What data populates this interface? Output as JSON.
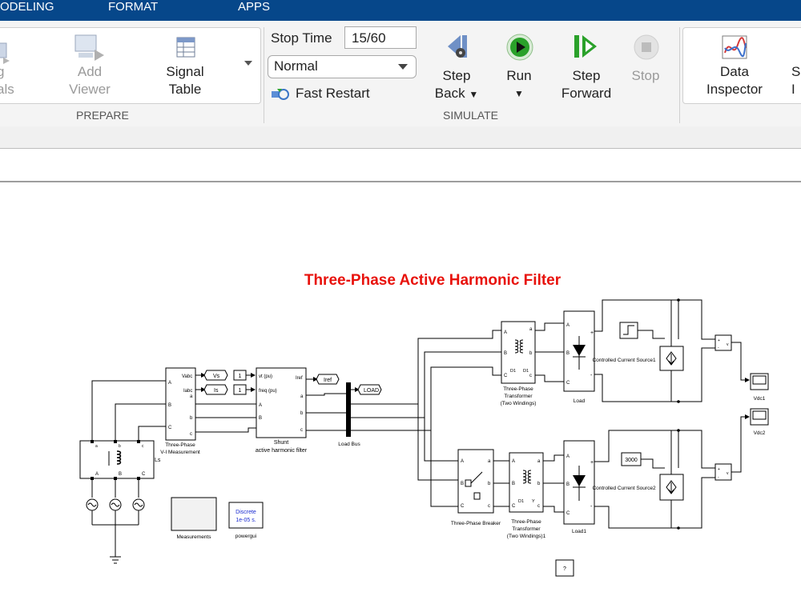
{
  "tabs": [
    "ODELING",
    "FORMAT",
    "APPS"
  ],
  "prepare": {
    "signals_label": "g\nals",
    "add_viewer": [
      "Add",
      "Viewer"
    ],
    "signal_table": [
      "Signal",
      "Table"
    ],
    "section": "PREPARE"
  },
  "simulate": {
    "stop_time_label": "Stop Time",
    "stop_time_value": "15/60",
    "mode": "Normal",
    "fast_restart": "Fast Restart",
    "step_back": [
      "Step",
      "Back"
    ],
    "run": "Run",
    "step_forward": [
      "Step",
      "Forward"
    ],
    "stop": "Stop",
    "section": "SIMULATE"
  },
  "review": {
    "data_inspector": [
      "Data",
      "Inspector"
    ],
    "partial": [
      "S",
      "I"
    ]
  },
  "colors": {
    "title_red": "#e8120c",
    "ribbon_blue": "#06478a",
    "run_green": "#2aa12a"
  },
  "diagram": {
    "title": "Three-Phase Active Harmonic Filter",
    "vi_meas_ports_in": [
      "A",
      "B",
      "C"
    ],
    "vi_meas_ports_out": [
      "a",
      "b",
      "c"
    ],
    "vi_meas_vabc": "Vabc",
    "vi_meas_iabc": "Iabc",
    "vi_meas_label": [
      "Three-Phase",
      "V-I Measurement"
    ],
    "goto_vs": "Vs",
    "goto_is": "Is",
    "const1": "1",
    "const2": "1",
    "shunt_in1": "vt (pu)",
    "shunt_in2": "freq (pu)",
    "shunt_out": "Iref",
    "shunt_label": [
      "Shunt",
      "active harmonic filter"
    ],
    "goto_iref": "Iref",
    "goto_load": "LOAD",
    "load_bus": "Load Bus",
    "source_label": "Ls",
    "source_top_ports": [
      "a",
      "b",
      "c"
    ],
    "source_bottom_ports": [
      "A",
      "B",
      "C"
    ],
    "measurements": "Measurements",
    "powergui_lines": [
      "Discrete",
      "1e-05 s."
    ],
    "powergui": "powergui",
    "trans1_label": [
      "Three-Phase",
      "Transformer",
      "(Two Windings)"
    ],
    "trans2_label": [
      "Three-Phase",
      "Transformer",
      "(Two Windings)1"
    ],
    "trans_windings": [
      "D1",
      "D1"
    ],
    "trans2_windings": [
      "D1",
      "Y"
    ],
    "load": "Load",
    "load1": "Load1",
    "ccs1": "Controlled Current Source1",
    "ccs2": "Controlled Current Source2",
    "const3000": "3000",
    "vdc1": "Vdc1",
    "vdc2": "Vdc2",
    "breaker": "Three-Phase Breaker",
    "help": "?"
  }
}
